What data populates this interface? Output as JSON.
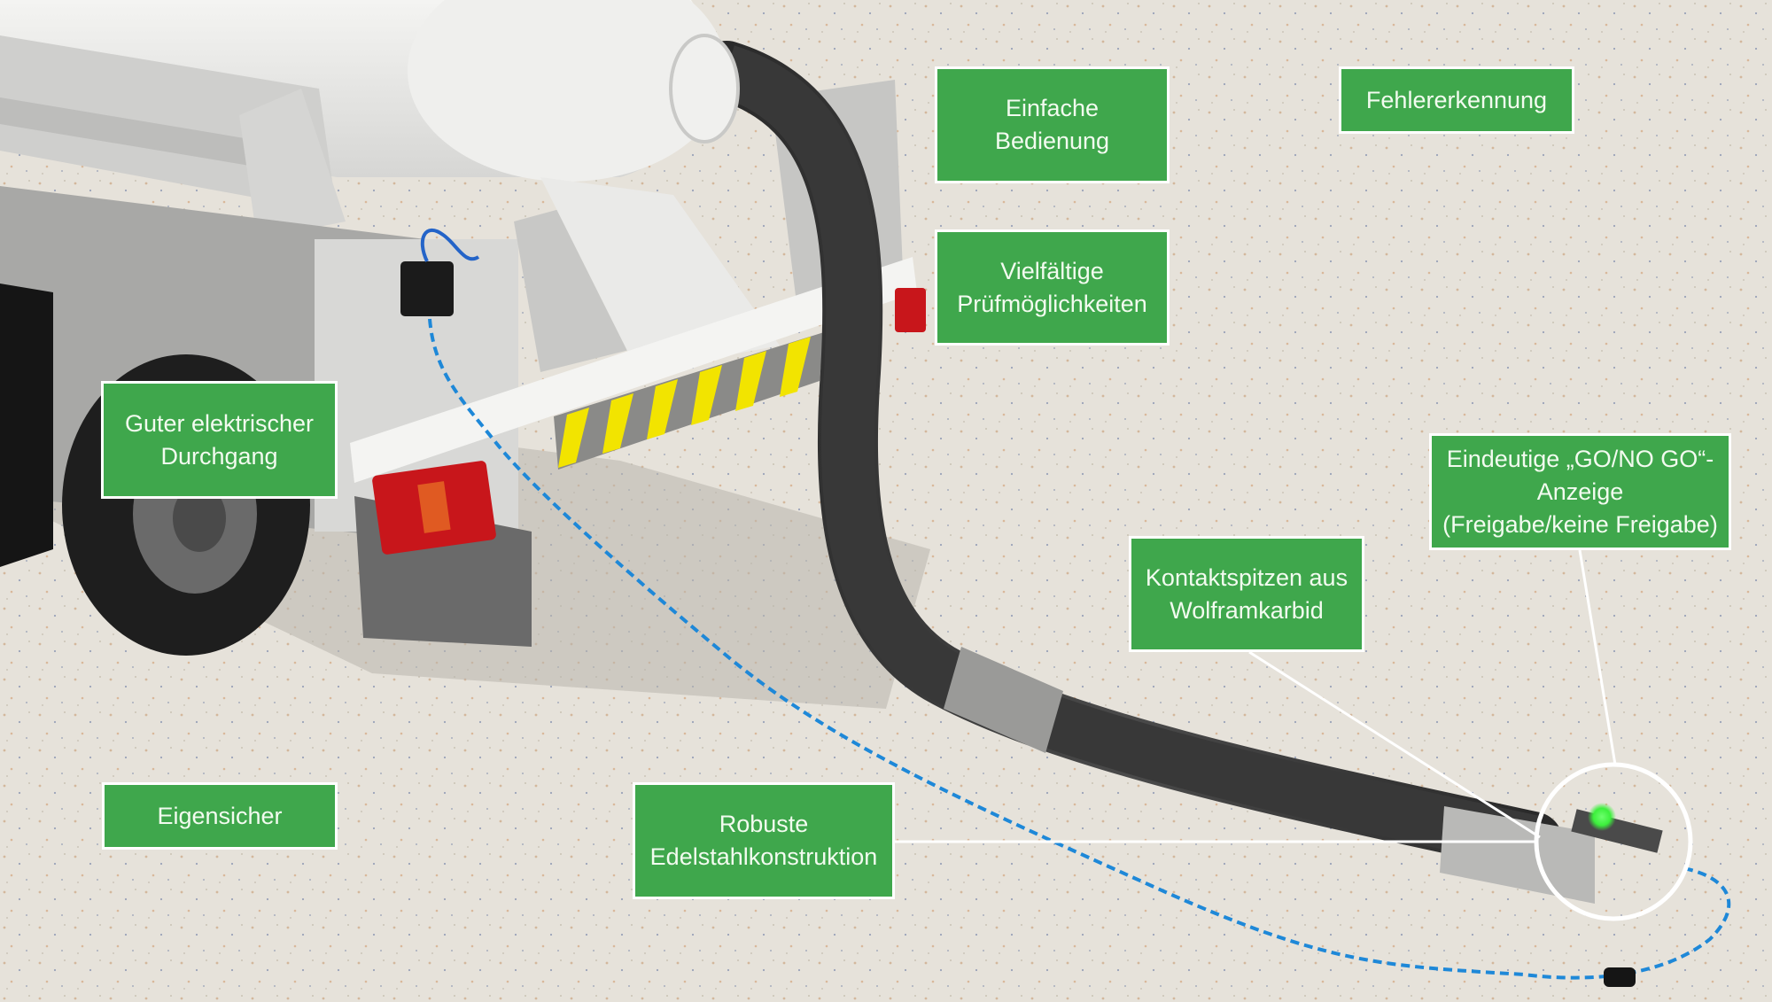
{
  "diagram": {
    "subject": "tanker-truck-grounding-hose-inspection",
    "colors": {
      "label_bg": "#3fa74c",
      "label_text": "#f2fbef",
      "label_border": "#ffffff",
      "hose": "#3a3a3a",
      "coil_cable": "#1e88d8",
      "indicator_led": "#3cf03c",
      "ground": "#e6e2da"
    }
  },
  "labels": {
    "ease_of_use": {
      "line1": "Einfache",
      "line2": "Bedienung"
    },
    "fault_detection": {
      "line1": "Fehlererkennung"
    },
    "test_options": {
      "line1": "Vielfältige",
      "line2": "Prüfmöglichkeiten"
    },
    "continuity": {
      "line1": "Guter elektrischer",
      "line2": "Durchgang"
    },
    "go_no_go": {
      "line1": "Eindeutige „GO/NO GO“-",
      "line2": "Anzeige",
      "line3": "(Freigabe/keine Freigabe)"
    },
    "carbide_tips": {
      "line1": "Kontaktspitzen aus",
      "line2": "Wolframkarbid"
    },
    "intrinsically_safe": {
      "line1": "Eigensicher"
    },
    "stainless": {
      "line1": "Robuste",
      "line2": "Edelstahlkonstruktion"
    }
  }
}
